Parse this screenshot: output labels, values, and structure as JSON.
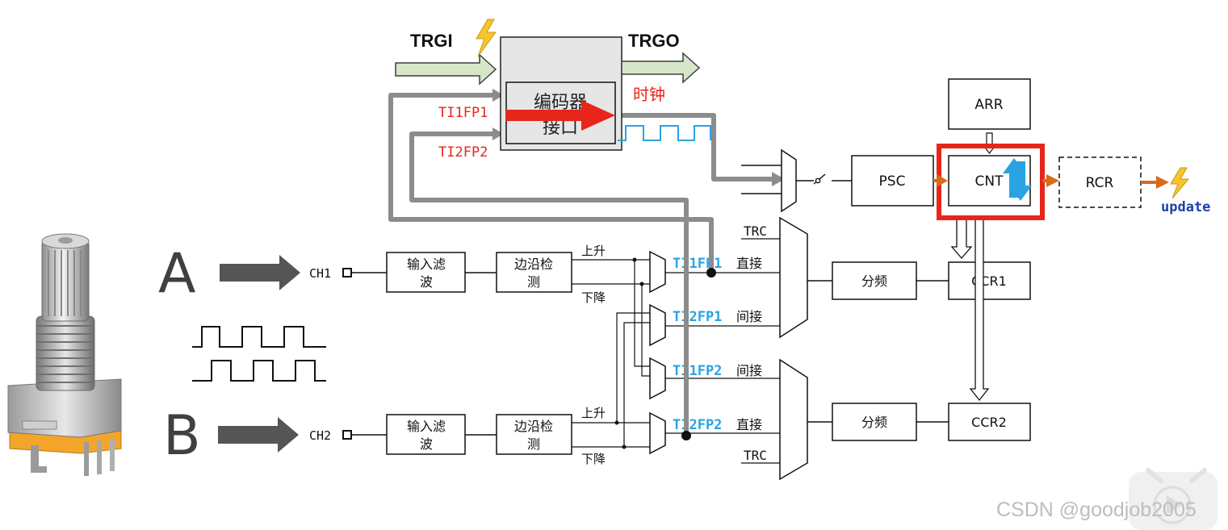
{
  "colors": {
    "wire_gray": "#8c8c8c",
    "box_stroke": "#1a1a1a",
    "red_accent": "#e8251b",
    "blue_accent": "#29a3e3",
    "orange_arrow": "#d86a1a",
    "green_arrow_fill": "#d7e6c8",
    "green_arrow_stroke": "#3e3e3e",
    "lightning_yellow": "#f7c52b",
    "update_text": "#1c3fae",
    "watermark": "#bdbdbd"
  },
  "icons": [
    "lightning-icon",
    "up-down-arrows-icon",
    "rotary-encoder-image",
    "bilibili-play-icon"
  ],
  "trigger": {
    "trgi": "TRGI",
    "trgo": "TRGO",
    "encoder_line1": "编码器",
    "encoder_line2": "接口",
    "ti1fp1": "TI1FP1",
    "ti2fp2": "TI2FP2",
    "clock": "时钟"
  },
  "time_base": {
    "arr": "ARR",
    "psc": "PSC",
    "cnt": "CNT",
    "rcr": "RCR",
    "update": "update"
  },
  "inputs": {
    "label_a": "A",
    "label_b": "B",
    "ch1": "CH1",
    "ch2": "CH2",
    "filter_line1": "输入滤",
    "filter_line2": "波",
    "edge_line1": "边沿检",
    "edge_line2": "测",
    "rise": "上升",
    "fall": "下降"
  },
  "mux": {
    "trc": "TRC",
    "ti1fp1": "TI1FP1",
    "ti2fp1": "TI2FP1",
    "ti1fp2": "TI1FP2",
    "ti2fp2": "TI2FP2",
    "direct": "直接",
    "indirect": "间接",
    "divider": "分频",
    "ccr1": "CCR1",
    "ccr2": "CCR2"
  },
  "watermark": "CSDN @goodjob2005"
}
